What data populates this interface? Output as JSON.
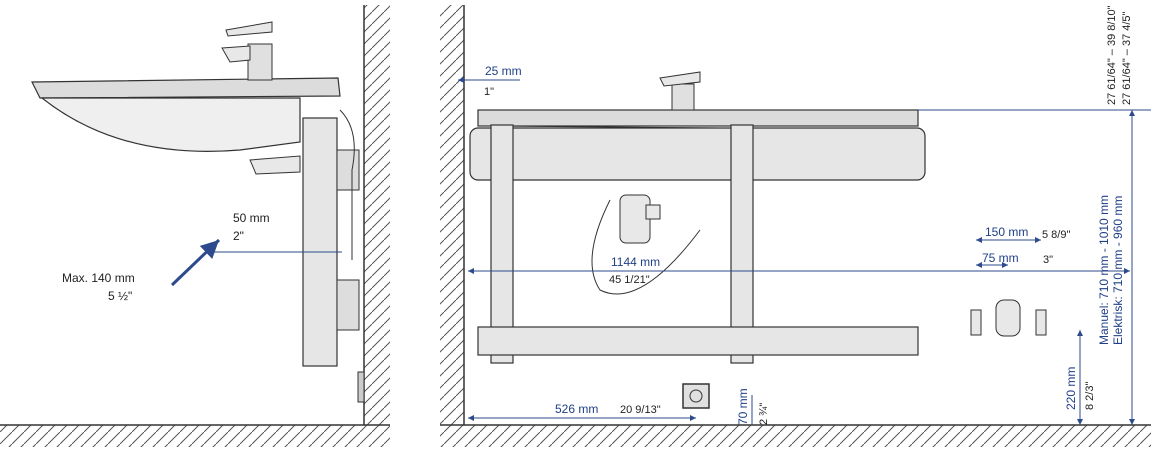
{
  "colors": {
    "dimension": "#2c4a8c",
    "outline": "#333333",
    "fill_grey": "#e6e6e6"
  },
  "left_view": {
    "clearance_mm": "50 mm",
    "clearance_in": "2\"",
    "max_depth_mm": "Max. 140 mm",
    "max_depth_in": "5 ½\""
  },
  "front_view": {
    "wall_gap_mm": "25 mm",
    "wall_gap_in": "1\"",
    "width_mm": "1144 mm",
    "width_in": "45 1/21\"",
    "socket_offset_mm": "526 mm",
    "socket_offset_in": "20 9/13\"",
    "socket_height_mm": "70 mm",
    "socket_height_in": "2 ¾\"",
    "valve_spacing_mm": "150 mm",
    "valve_spacing_in": "5 8/9\"",
    "drain_offset_mm": "75 mm",
    "drain_offset_in": "3\"",
    "drain_height_mm": "220 mm",
    "drain_height_in": "8 2/3\"",
    "manual_range": "Manuel:    710 mm - 1010 mm",
    "electric_range": "Elektrisk: 710 mm - 960 mm",
    "manual_range_in": "27 61/64\" – 39 8/10\"",
    "electric_range_in": "27 61/64\" – 37 4/5\""
  }
}
